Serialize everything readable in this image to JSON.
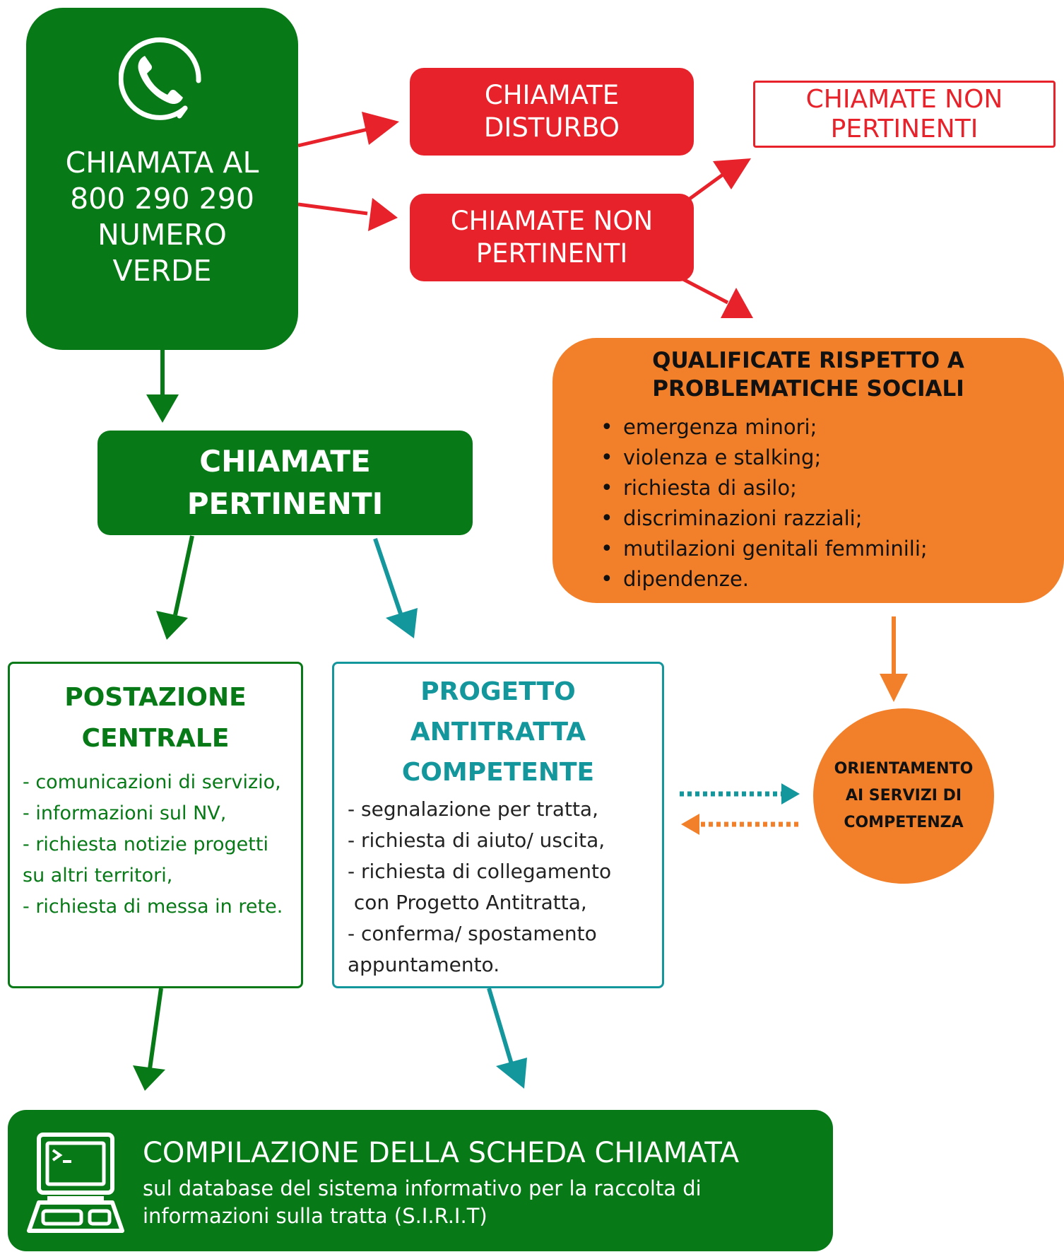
{
  "colors": {
    "green": "#077A17",
    "red": "#E8222A",
    "orange": "#F2802A",
    "teal": "#14969D"
  },
  "icons": {
    "phone": "phone-in-circle-icon",
    "computer": "desktop-computer-terminal-icon"
  },
  "start": {
    "lines": [
      "CHIAMATA AL",
      "800 290 290",
      "NUMERO",
      "VERDE"
    ]
  },
  "disturbo": {
    "lines": [
      "CHIAMATE",
      "DISTURBO"
    ]
  },
  "non_pertinenti": {
    "lines": [
      "CHIAMATE NON",
      "PERTINENTI"
    ]
  },
  "non_pertinenti_outline": {
    "lines": [
      "CHIAMATE NON",
      "PERTINENTI"
    ]
  },
  "qualificate": {
    "title_lines": [
      "QUALIFICATE RISPETTO A",
      "PROBLEMATICHE SOCIALI"
    ],
    "items": [
      "emergenza minori;",
      "violenza e stalking;",
      "richiesta di asilo;",
      "discriminazioni razziali;",
      "mutilazioni genitali femminili;",
      "dipendenze."
    ]
  },
  "pertinenti": {
    "lines": [
      "CHIAMATE",
      "PERTINENTI"
    ]
  },
  "postazione": {
    "title_lines": [
      "POSTAZIONE",
      "CENTRALE"
    ],
    "lines": [
      "- comunicazioni di servizio,",
      "- informazioni sul NV,",
      "- richiesta notizie progetti",
      "su altri territori,",
      "- richiesta di messa in rete."
    ]
  },
  "progetto": {
    "title_lines": [
      "PROGETTO",
      "ANTITRATTA",
      "COMPETENTE"
    ],
    "lines": [
      "- segnalazione per tratta,",
      "- richiesta di aiuto/ uscita,",
      "- richiesta di collegamento",
      " con Progetto Antitratta,",
      "- conferma/ spostamento",
      "appuntamento."
    ]
  },
  "orientamento": {
    "lines": [
      "ORIENTAMENTO",
      "AI SERVIZI DI",
      "COMPETENZA"
    ]
  },
  "compilazione": {
    "title": "COMPILAZIONE DELLA SCHEDA CHIAMATA",
    "sub_lines": [
      "sul database del sistema informativo per la raccolta di",
      "informazioni sulla tratta (S.I.R.I.T)"
    ]
  }
}
